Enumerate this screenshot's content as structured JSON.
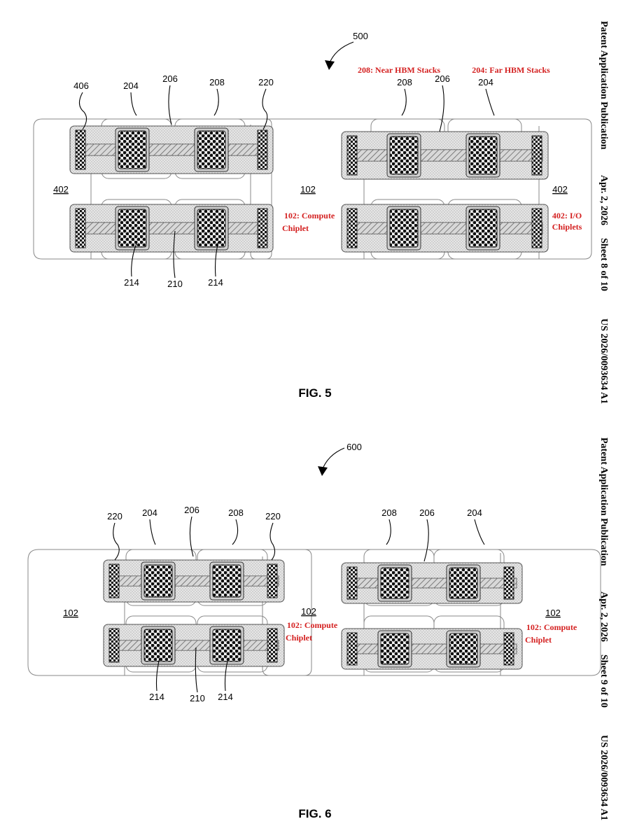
{
  "sheets": [
    {
      "publication": "Patent Application Publication",
      "date": "Apr. 2, 2026",
      "sheet": "Sheet 8 of 10",
      "number": "US 2026/0093634 A1"
    },
    {
      "publication": "Patent Application Publication",
      "date": "Apr. 2, 2026",
      "sheet": "Sheet 9 of 10",
      "number": "US 2026/0093634 A1"
    }
  ],
  "fig5": {
    "caption": "FIG. 5",
    "ref": "500",
    "labels": {
      "l406": "406",
      "l204a": "204",
      "l206a": "206",
      "l208a": "208",
      "l220": "220",
      "l208b": "208",
      "l206b": "206",
      "l204b": "204",
      "l402a": "402",
      "l102": "102",
      "l402b": "402",
      "l214a": "214",
      "l210": "210",
      "l214b": "214"
    },
    "annotations": {
      "near_hbm": "208: Near HBM Stacks",
      "far_hbm": "204: Far HBM Stacks",
      "compute_1": "102: Compute",
      "compute_2": "Chiplet",
      "io_1": "402: I/O",
      "io_2": "Chiplets"
    }
  },
  "fig6": {
    "caption": "FIG. 6",
    "ref": "600",
    "labels": {
      "l220a": "220",
      "l204a": "204",
      "l206a": "206",
      "l208a": "208",
      "l220b": "220",
      "l208b": "208",
      "l206b": "206",
      "l204b": "204",
      "l102a": "102",
      "l102b": "102",
      "l102c": "102",
      "l214a": "214",
      "l210": "210",
      "l214b": "214"
    },
    "annotations": {
      "compute_a1": "102: Compute",
      "compute_a2": "Chiplet",
      "compute_b1": "102: Compute",
      "compute_b2": "Chiplet"
    }
  },
  "colors": {
    "annotation": "#d42020",
    "line": "#000000"
  }
}
